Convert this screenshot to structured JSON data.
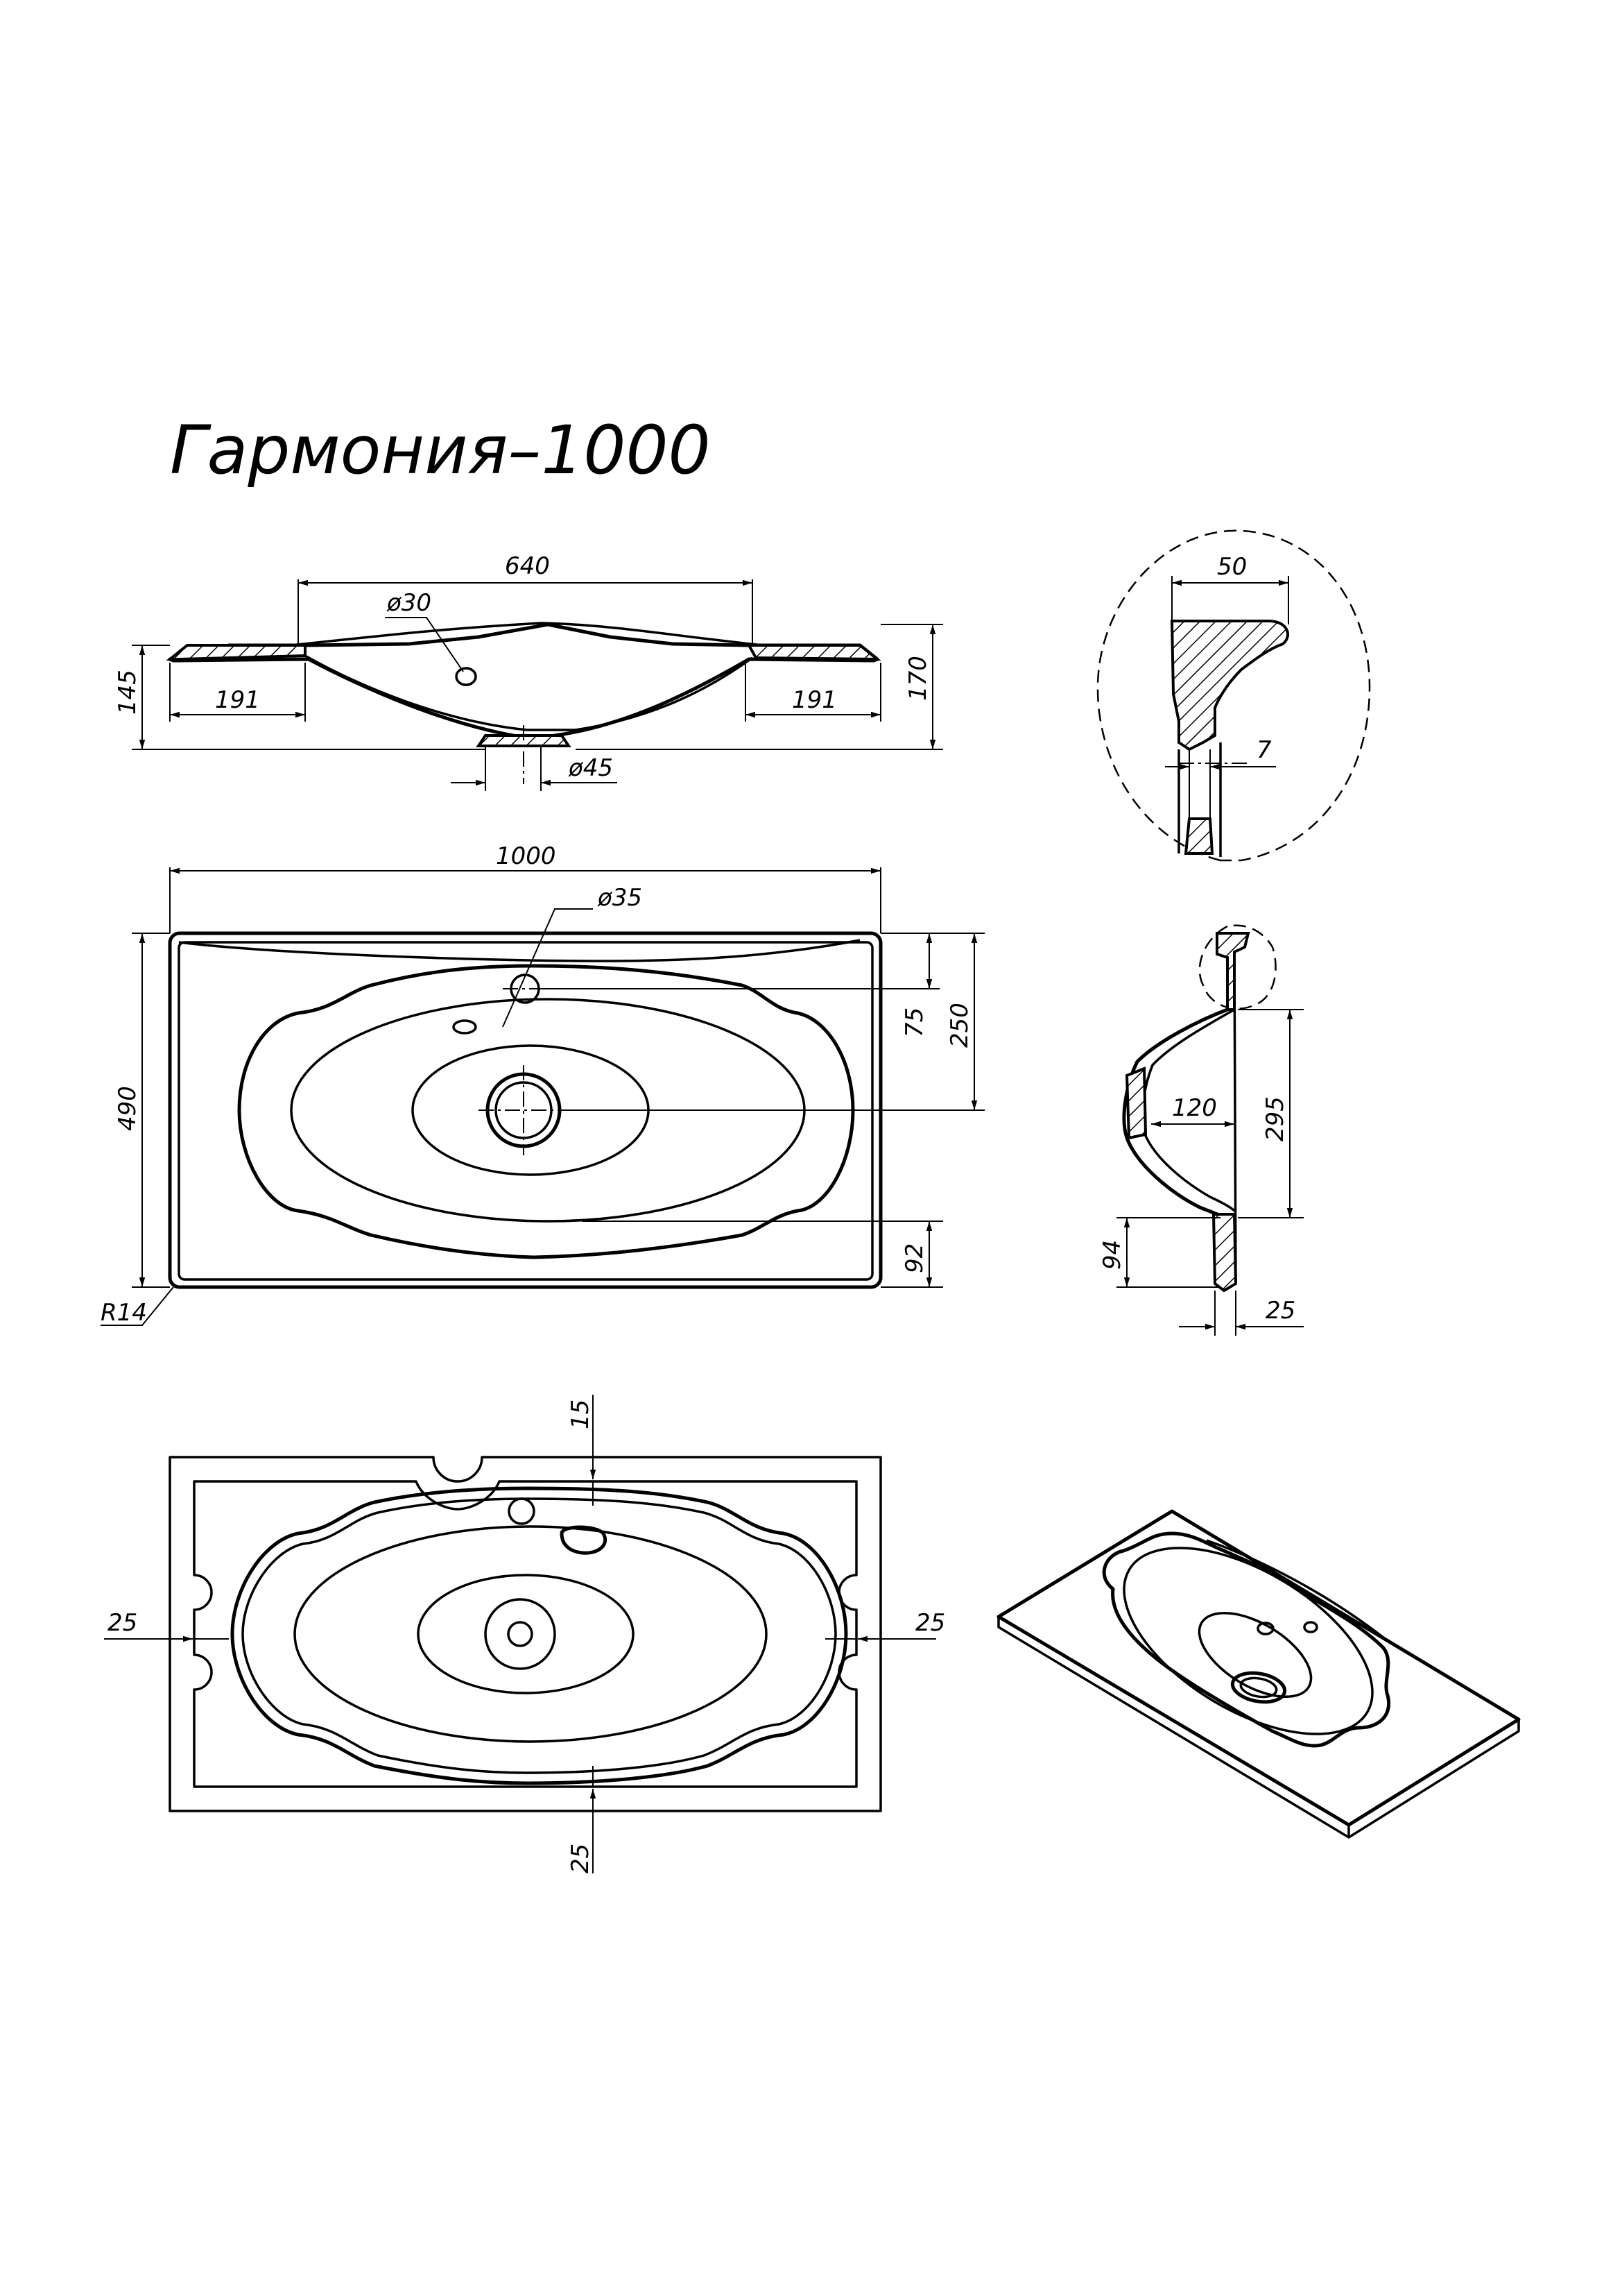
{
  "title": "Гармония–1000",
  "front_view": {
    "dims": {
      "top_width": "640",
      "drain_hole": "ø30",
      "left_flat": "191",
      "right_flat": "191",
      "left_height": "145",
      "right_height": "170",
      "drain": "ø45"
    }
  },
  "top_view": {
    "dims": {
      "width": "1000",
      "tap_hole": "ø35",
      "depth": "490",
      "tap_offset": "75",
      "drain_offset": "250",
      "front_rim": "92",
      "corner_radius": "R14"
    }
  },
  "detail_view": {
    "dims": {
      "rim_width": "50",
      "wall": "7"
    }
  },
  "side_view": {
    "dims": {
      "bowl_depth": "120",
      "bowl_length": "295",
      "front_height": "94",
      "thickness": "25"
    }
  },
  "bottom_view": {
    "dims": {
      "top": "15",
      "left": "25",
      "right": "25",
      "bottom": "25"
    }
  }
}
